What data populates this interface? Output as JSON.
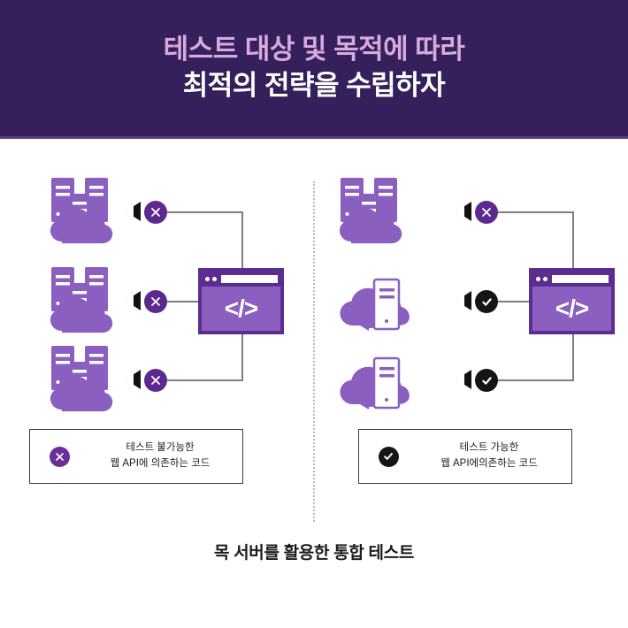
{
  "header": {
    "line1": "테스트 대상 및 목적에 따라",
    "line2": "최적의 전략을 수립하자",
    "background_color": "#35205c",
    "line1_color": "#d7a9e0",
    "line2_color": "#ffffff"
  },
  "colors": {
    "purple_fill": "#8a5fc0",
    "purple_dark": "#5b2d91",
    "badge_fail": "#5c2a8f",
    "badge_pass": "#151515",
    "connector": "#7e7e86",
    "divider": "#b9b9bd",
    "box_border": "#3a3a3f"
  },
  "panels": {
    "left": {
      "name": "untestable-side",
      "code_window": {
        "glyph": "</>",
        "icon_name": "code-browser-window"
      },
      "nodes": [
        {
          "icon_name": "servers-cloud-icon",
          "badge": "x-mark-icon",
          "badge_type": "fail"
        },
        {
          "icon_name": "servers-cloud-icon",
          "badge": "x-mark-icon",
          "badge_type": "fail"
        },
        {
          "icon_name": "servers-cloud-icon",
          "badge": "x-mark-icon",
          "badge_type": "fail"
        }
      ],
      "legend": {
        "badge": "x-mark-icon",
        "badge_type": "fail",
        "line1": "테스트 불가능한",
        "line2": "웹 API에 의존하는 코드"
      }
    },
    "right": {
      "name": "testable-side",
      "code_window": {
        "glyph": "</>",
        "icon_name": "code-browser-window"
      },
      "nodes": [
        {
          "icon_name": "servers-cloud-icon",
          "badge": "x-mark-icon",
          "badge_type": "fail"
        },
        {
          "icon_name": "mock-server-cloud-icon",
          "badge": "check-mark-icon",
          "badge_type": "pass"
        },
        {
          "icon_name": "mock-server-cloud-icon",
          "badge": "check-mark-icon",
          "badge_type": "pass"
        }
      ],
      "legend": {
        "badge": "check-mark-icon",
        "badge_type": "pass",
        "line1": "테스트 가능한",
        "line2": "웹 API에의존하는 코드"
      }
    }
  },
  "caption": "목 서버를 활용한 통합 테스트"
}
